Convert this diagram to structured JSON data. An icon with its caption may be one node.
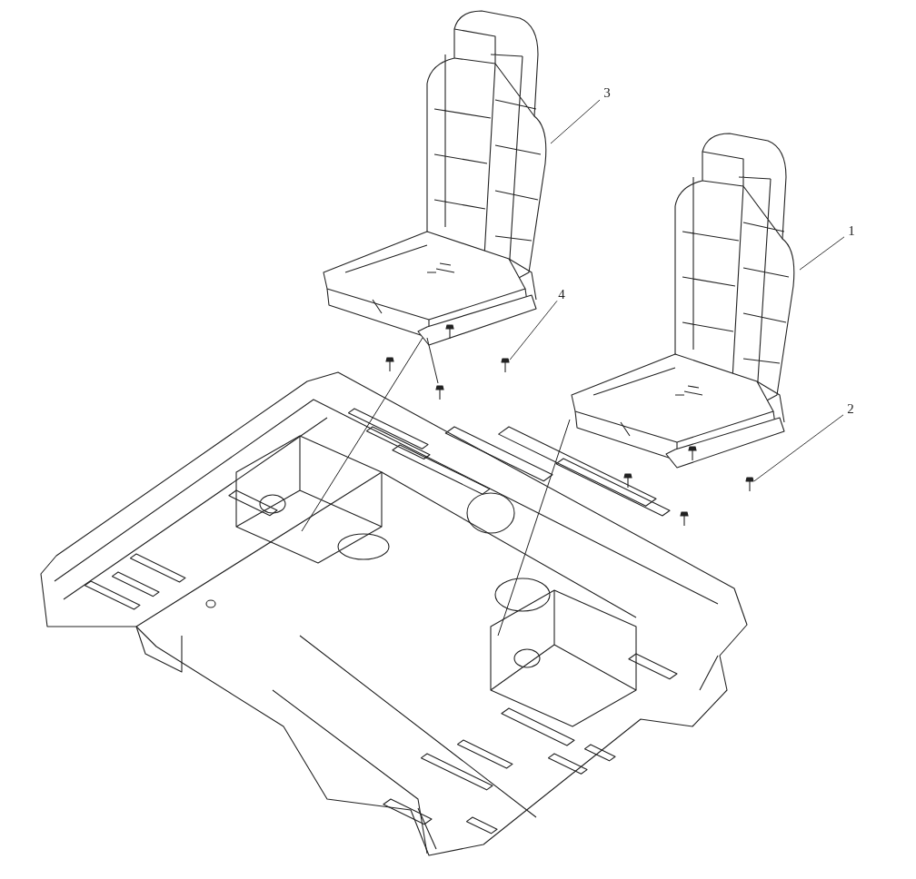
{
  "diagram": {
    "nodes": [
      {
        "text": [
          "3"
        ]
      },
      {
        "text": [
          "1"
        ]
      },
      {
        "text": [
          "4"
        ]
      },
      {
        "text": [
          "2"
        ]
      },
      {
        "text": [],
        "shape": "picture"
      },
      {
        "text": [],
        "shape": "picture"
      },
      {
        "text": [],
        "shape": "picture"
      },
      {
        "text": [],
        "shape": "picture"
      }
    ],
    "edges": [
      {
        "from": 0,
        "to": 4,
        "arrow": "none"
      },
      {
        "from": 1,
        "to": 5,
        "arrow": "none"
      },
      {
        "from": 2,
        "to": 6,
        "arrow": "none"
      },
      {
        "from": 3,
        "to": 7,
        "arrow": "none"
      }
    ]
  }
}
